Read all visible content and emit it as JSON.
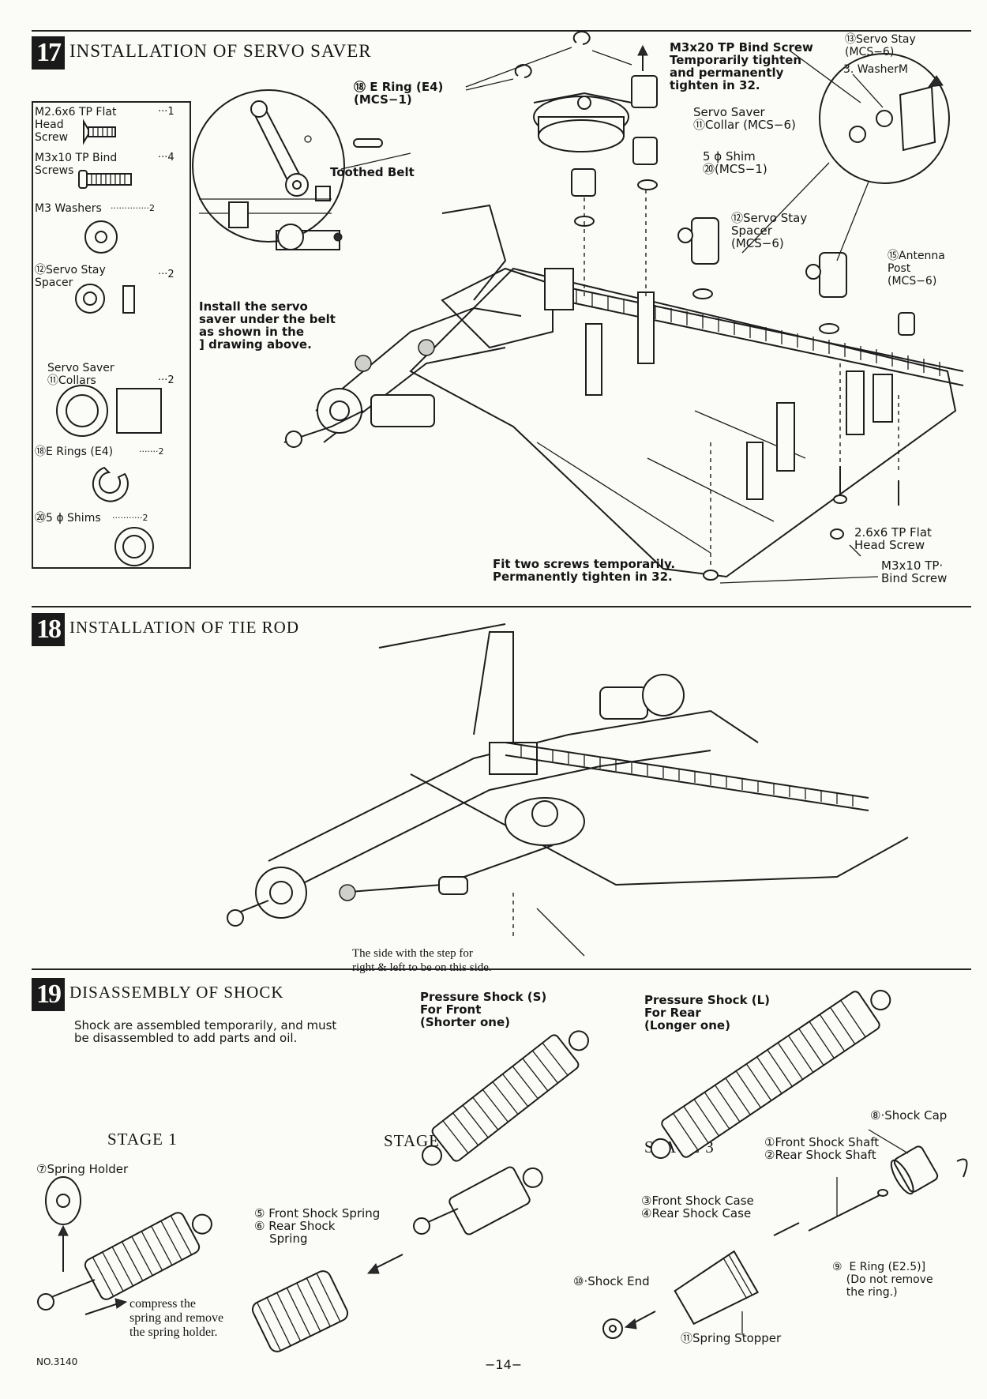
{
  "step17": {
    "number": "17",
    "title": "INSTALLATION OF SERVO SAVER",
    "parts": [
      {
        "name": "M2.6x6 TP Flat\nHead\nScrew",
        "qty": "···1"
      },
      {
        "name": "M3x10 TP Bind\nScrews",
        "qty": "···4"
      },
      {
        "name": "M3 Washers",
        "qty": "··············2"
      },
      {
        "name": "⑫Servo Stay\nSpacer",
        "qty": "···2"
      },
      {
        "name": "Servo Saver\n⑪Collars",
        "qty": "···2"
      },
      {
        "name": "⑱E Rings (E4)",
        "qty": "·······2"
      },
      {
        "name": "⑳5 ϕ Shims",
        "qty": "···········2"
      }
    ],
    "callouts": {
      "e_ring": "⑱ E Ring (E4)\n(MCS−1)",
      "m3x20": "M3x20 TP Bind Screw\nTemporarily tighten\nand permanently\ntighten in 32.",
      "servo_stay": "⑬Servo Stay\n(MCS−6)",
      "washer": "3. WasherM",
      "servo_saver_collar": "Servo Saver\n⑪Collar (MCS−6)",
      "shim": "5 ϕ Shim\n⑳(MCS−1)",
      "toothed_belt": "Toothed Belt",
      "servo_stay_spacer": "⑫Servo Stay\nSpacer\n(MCS−6)",
      "antenna_post": "⑮Antenna\nPost\n(MCS−6)",
      "install_note": "Install the servo\nsaver under the belt\nas shown in the\n] drawing above.",
      "flat_head_screw": "2.6x6 TP Flat\nHead Screw",
      "fit_note": "Fit two screws temporarily.\nPermanently tighten in 32.",
      "bind_screw": "M3x10 TP·\nBind Screw"
    }
  },
  "step18": {
    "number": "18",
    "title": "INSTALLATION OF TIE ROD",
    "note": "The side with the step for\nright & left to be on this side."
  },
  "step19": {
    "number": "19",
    "title": "DISASSEMBLY OF SHOCK",
    "intro": "Shock are assembled temporarily, and must\nbe disassembled to add parts and oil.",
    "pressure_s": "Pressure Shock (S)\nFor Front\n(Shorter one)",
    "pressure_l": "Pressure Shock (L)\nFor Rear\n(Longer one)",
    "stage1": {
      "title": "STAGE  1",
      "spring_holder": "⑦Spring Holder",
      "note": "compress the\nspring and remove\nthe spring holder."
    },
    "stage2": {
      "title": "STAGE  2",
      "springs": "⑤ Front Shock Spring\n⑥ Rear Shock\n    Spring"
    },
    "stage3": {
      "title": "STAGE  3",
      "shock_cap": "⑧·Shock Cap",
      "shafts": "①Front Shock Shaft\n②Rear Shock Shaft",
      "cases": "③Front Shock Case\n④Rear Shock Case",
      "e_ring": "⑨  E Ring (E2.5)]\n    (Do not remove\n    the ring.)",
      "shock_end": "⑩·Shock End",
      "spring_stopper": "⑪Spring Stopper"
    }
  },
  "footer": {
    "model_no": "NO.3140",
    "page": "−14−"
  }
}
